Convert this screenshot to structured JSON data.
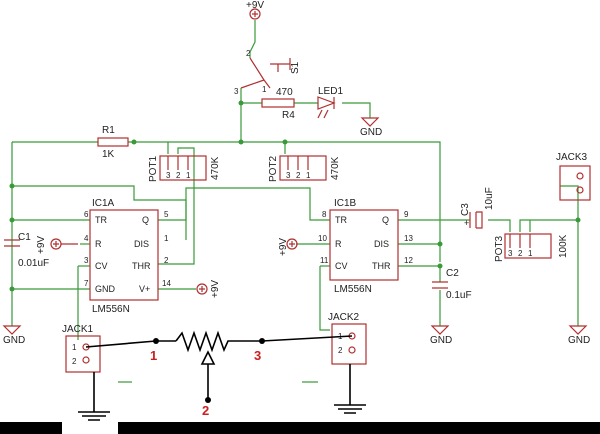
{
  "supplies": {
    "vcc_top": "+9V",
    "vcc_ic1a_r": "+9V",
    "vcc_ic1a_v": "+9V",
    "vcc_ic1b_r": "+9V"
  },
  "switch": {
    "name": "S1",
    "pin1": "1",
    "pin2": "2",
    "pin3": "3"
  },
  "resistors": {
    "r4_name": "R4",
    "r4_value": "470",
    "r1_name": "R1",
    "r1_value": "1K"
  },
  "led": {
    "name": "LED1"
  },
  "grounds": {
    "gnd_led": "GND",
    "gnd_c1": "GND",
    "gnd_c2": "GND",
    "gnd_pot3": "GND"
  },
  "ic1a": {
    "name": "IC1A",
    "part": "LM556N",
    "pins": {
      "tr": "TR",
      "q": "Q",
      "r": "R",
      "dis": "DIS",
      "cv": "CV",
      "thr": "THR",
      "gnd": "GND",
      "vplus": "V+"
    },
    "nums": {
      "tr": "6",
      "q": "5",
      "r": "4",
      "dis": "1",
      "cv": "3",
      "thr": "2",
      "gnd": "7",
      "vplus": "14"
    }
  },
  "ic1b": {
    "name": "IC1B",
    "part": "LM556N",
    "pins": {
      "tr": "TR",
      "q": "Q",
      "r": "R",
      "dis": "DIS",
      "cv": "CV",
      "thr": "THR"
    },
    "nums": {
      "tr": "8",
      "q": "9",
      "r": "10",
      "dis": "13",
      "cv": "11",
      "thr": "12"
    }
  },
  "pots": {
    "pot1_name": "POT1",
    "pot1_value": "470K",
    "pot2_name": "POT2",
    "pot2_value": "470K",
    "pot3_name": "POT3",
    "pot3_value": "100K",
    "pin1": "1",
    "pin2": "2",
    "pin3": "3"
  },
  "caps": {
    "c1_name": "C1",
    "c1_value": "0.01uF",
    "c2_name": "C2",
    "c2_value": "0.1uF",
    "c3_name": "C3",
    "c3_value": "10uF"
  },
  "jacks": {
    "jack1": "JACK1",
    "jack2": "JACK2",
    "jack3": "JACK3",
    "pin1": "1",
    "pin2": "2"
  },
  "annotations": {
    "n1": "1",
    "n2": "2",
    "n3": "3"
  }
}
